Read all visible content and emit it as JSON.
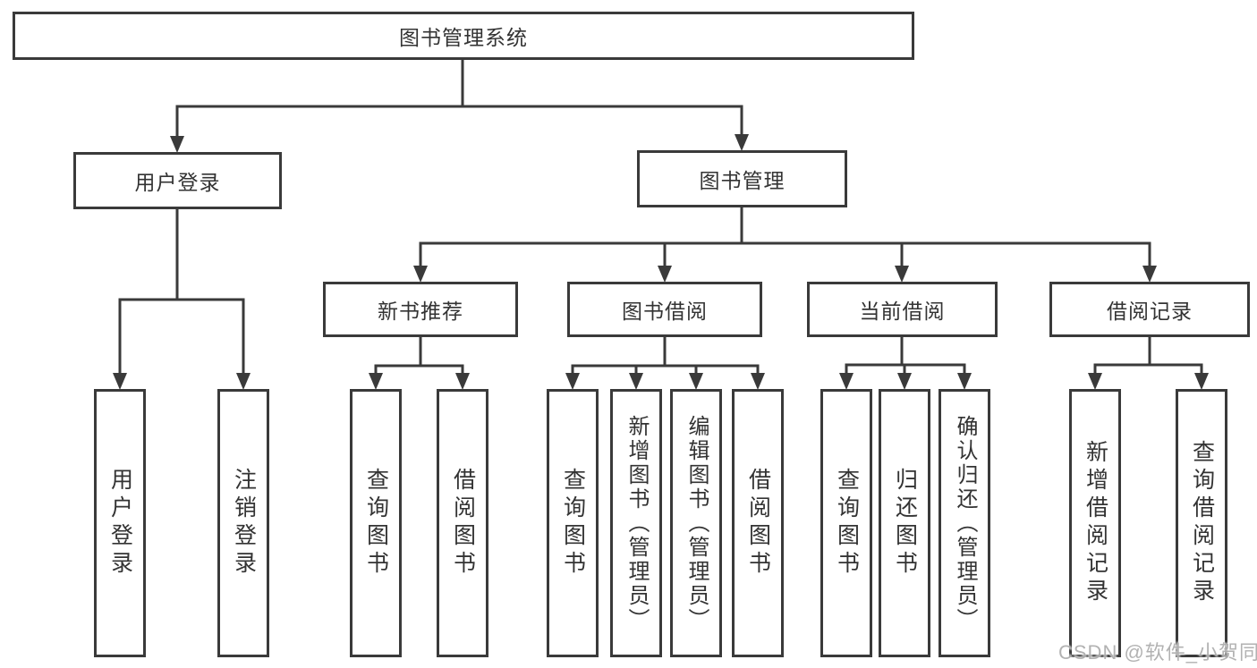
{
  "diagram": {
    "root": {
      "label": "图书管理系统"
    },
    "children": [
      {
        "label": "用户登录",
        "children": [
          {
            "label": "用户登录"
          },
          {
            "label": "注销登录"
          }
        ]
      },
      {
        "label": "图书管理",
        "children": [
          {
            "label": "新书推荐",
            "children": [
              {
                "label": "查询图书"
              },
              {
                "label": "借阅图书"
              }
            ]
          },
          {
            "label": "图书借阅",
            "children": [
              {
                "label": "查询图书"
              },
              {
                "label": "新增图书（管理员）"
              },
              {
                "label": "编辑图书（管理员）"
              },
              {
                "label": "借阅图书"
              }
            ]
          },
          {
            "label": "当前借阅",
            "children": [
              {
                "label": "查询图书"
              },
              {
                "label": "归还图书"
              },
              {
                "label": "确认归还（管理员）"
              }
            ]
          },
          {
            "label": "借阅记录",
            "children": [
              {
                "label": "新增借阅记录"
              },
              {
                "label": "查询借阅记录"
              }
            ]
          }
        ]
      }
    ]
  },
  "watermark": {
    "text": "CSDN @软件_小贺同学"
  },
  "colors": {
    "line": "#3a3a3a",
    "text": "#333333",
    "watermark": "#aaaaaa",
    "background": "#ffffff"
  }
}
